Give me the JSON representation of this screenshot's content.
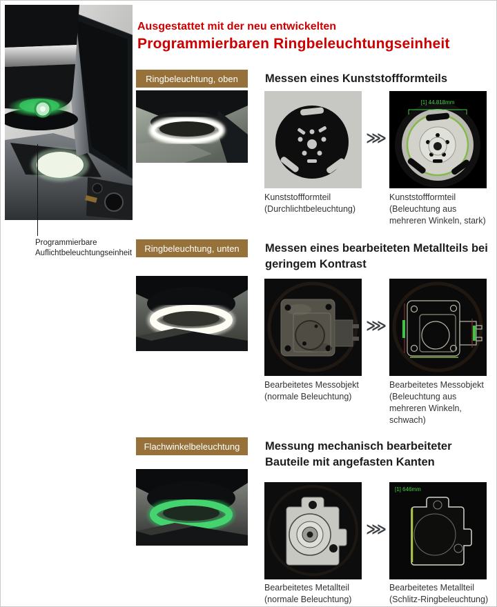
{
  "colors": {
    "accent_red": "#cc0000",
    "badge_brown": "#97713a",
    "caption_gray": "#333333",
    "annotation_green": "#46d246",
    "ring_glow_white": "#fdfdf4",
    "ring_glow_green": "#3fd36b"
  },
  "header": {
    "title_line1": "Ausgestattet mit der neu entwickelten",
    "title_line2": "Programmierbaren Ringbeleuchtungseinheit"
  },
  "device": {
    "label": "Programmierbare\nAuflichtbeleuchtungseinheit"
  },
  "arrow": {
    "glyph": "⋙"
  },
  "sections": [
    {
      "badge": "Ringbeleuchtung, oben",
      "heading": "Messen eines Kunststoffformteils",
      "before_caption": "Kunststoffformteil\n(Durchlichtbeleuchtung)",
      "after_caption": "Kunststoffformteil\n(Beleuchtung aus\nmehreren Winkeln, stark)",
      "overlay_text": "[1] 44.818mm"
    },
    {
      "badge": "Ringbeleuchtung, unten",
      "heading": "Messen eines bearbeiteten Metallteils bei geringem Kontrast",
      "before_caption": "Bearbeitetes Messobjekt\n(normale Beleuchtung)",
      "after_caption": "Bearbeitetes Messobjekt\n(Beleuchtung aus\nmehreren Winkeln,\nschwach)"
    },
    {
      "badge": "Flachwinkelbeleuchtung",
      "heading": "Messung mechanisch bearbeiteter Bauteile mit angefasten Kanten",
      "before_caption": "Bearbeitetes Metallteil\n(normale Beleuchtung)",
      "after_caption": "Bearbeitetes Metallteil\n(Schlitz-Ringbeleuchtung)",
      "overlay_text": "[1] 646mm"
    }
  ]
}
